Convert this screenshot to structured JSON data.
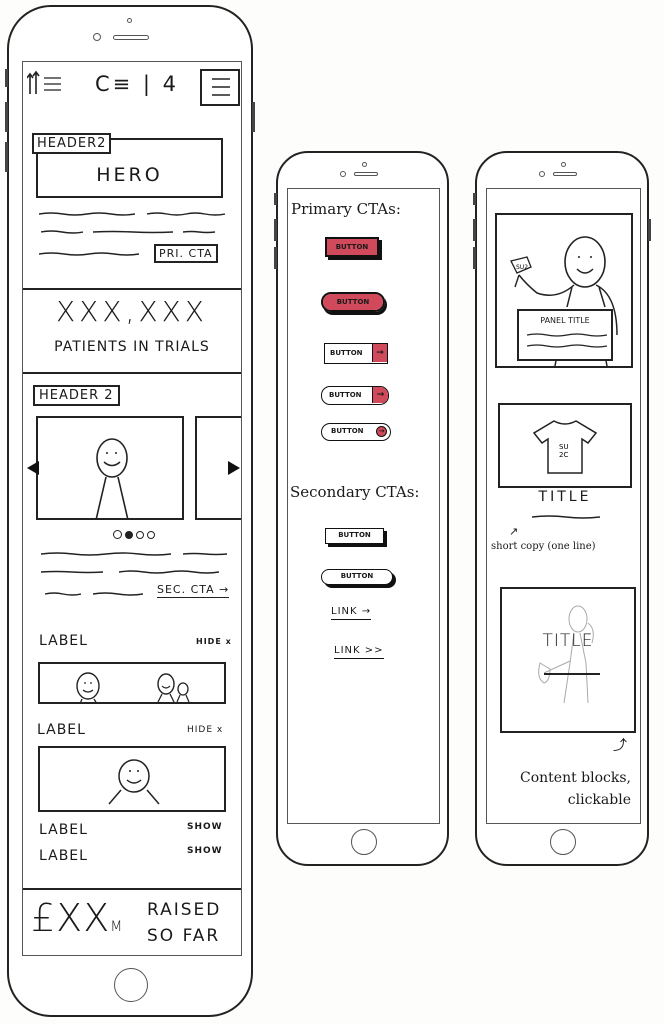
{
  "phone1": {
    "header": {
      "logo_icon": "arrows-up-logo-icon",
      "title": "C≡ | 4",
      "menu_icon": "hamburger-menu-icon"
    },
    "hero": {
      "header_tag": "HEADER2",
      "title": "HERO",
      "cta_label": "PRI. CTA"
    },
    "stat": {
      "value": "XXX,XXX",
      "label": "PATIENTS IN TRIALS"
    },
    "carousel": {
      "header_tag": "HEADER 2",
      "prev_icon": "triangle-left-icon",
      "next_icon": "triangle-right-icon",
      "dots": [
        "o",
        "●",
        "o",
        "o"
      ],
      "active_index": 1,
      "cta_label": "SEC. CTA →"
    },
    "accordions": [
      {
        "label": "LABEL",
        "toggle": "HIDE x",
        "expanded": true
      },
      {
        "label": "LABEL",
        "toggle": "HIDE x",
        "expanded": true
      },
      {
        "label": "LABEL",
        "toggle": "SHOW",
        "expanded": false
      },
      {
        "label": "LABEL",
        "toggle": "SHOW",
        "expanded": false
      }
    ],
    "footer": {
      "amount": "£XX",
      "unit": "M",
      "line1": "RAISED",
      "line2": "SO FAR"
    }
  },
  "phone2": {
    "primary_heading": "Primary CTAs:",
    "primary_buttons": [
      {
        "label": "BUTTON",
        "style": "red-rect-shadow"
      },
      {
        "label": "BUTTON",
        "style": "red-pill-shadow"
      },
      {
        "label": "BUTTON",
        "style": "rect-with-red-arrow",
        "icon": "→"
      },
      {
        "label": "BUTTON",
        "style": "pill-with-red-arrow",
        "icon": "→"
      },
      {
        "label": "BUTTON",
        "style": "pill-with-red-circle-arrow",
        "icon": "→"
      }
    ],
    "secondary_heading": "Secondary CTAs:",
    "secondary_buttons": [
      {
        "label": "BUTTON",
        "style": "outline-rect-shadow"
      },
      {
        "label": "BUTTON",
        "style": "outline-pill-shadow"
      }
    ],
    "links": [
      {
        "label": "LINK →"
      },
      {
        "label": "LINK >>"
      }
    ]
  },
  "phone3": {
    "panel": {
      "flag_text": "SU2",
      "title": "PANEL TITLE"
    },
    "tshirt_block": {
      "shirt_text": "SU 2C",
      "title": "TITLE",
      "annotation": "short copy (one line)"
    },
    "image_block": {
      "title": "TITLE"
    },
    "annotation": "Content blocks, clickable"
  },
  "colors": {
    "accent_red": "#d04a5b",
    "ink": "#1a1a1a",
    "frame": "#222222"
  }
}
